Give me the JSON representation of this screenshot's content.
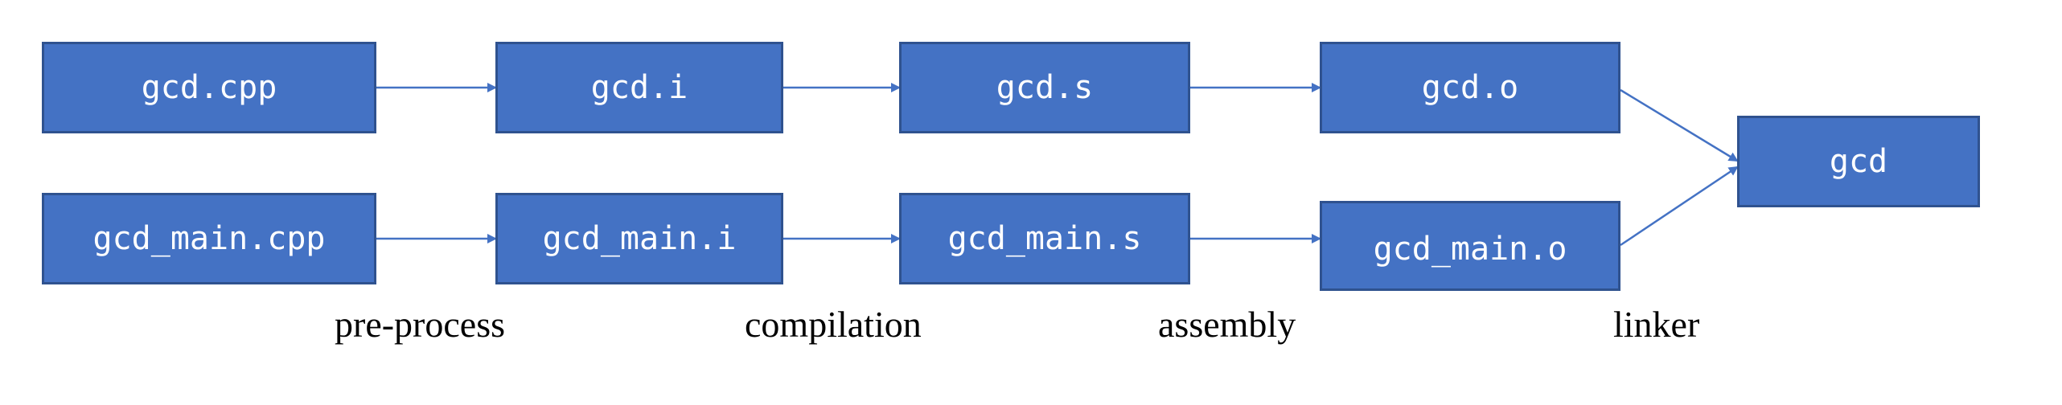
{
  "top_row": {
    "source": "gcd.cpp",
    "preprocessed": "gcd.i",
    "assembly": "gcd.s",
    "object": "gcd.o"
  },
  "bottom_row": {
    "source": "gcd_main.cpp",
    "preprocessed": "gcd_main.i",
    "assembly": "gcd_main.s",
    "object": "gcd_main.o"
  },
  "output": "gcd",
  "stages": {
    "preprocess": "pre-process",
    "compile": "compilation",
    "assemble": "assembly",
    "link": "linker"
  },
  "colors": {
    "box_fill": "#4472c4",
    "box_border": "#2f528f",
    "arrow": "#4472c4",
    "box_text": "#ffffff"
  }
}
